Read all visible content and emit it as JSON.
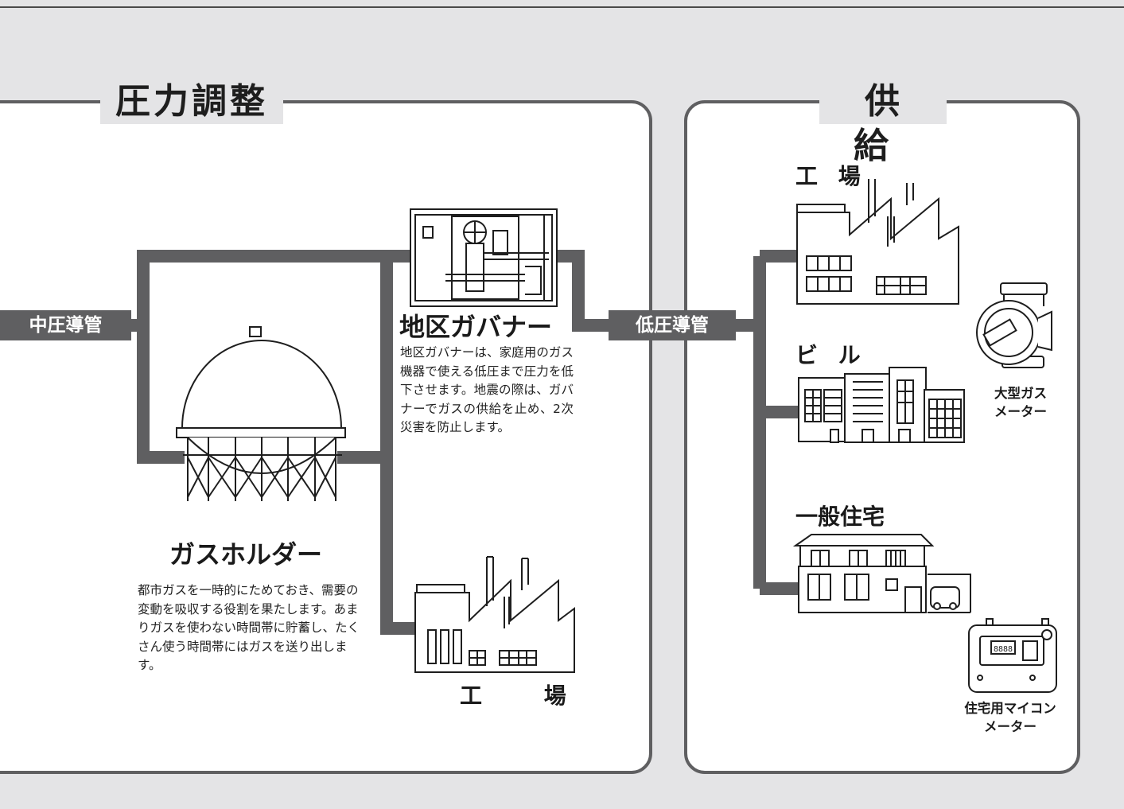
{
  "section_titles": {
    "pressure_adjustment": "圧力調整",
    "supply": "供 給"
  },
  "pipes": {
    "medium_pressure_label": "中圧導管",
    "low_pressure_label": "低圧導管"
  },
  "district_governor": {
    "title": "地区ガバナー",
    "description": "地区ガバナーは、家庭用のガス機器で使える低圧まで圧力を低下させます。地震の際は、ガバナーでガスの供給を止め、2次災害を防止します。"
  },
  "gas_holder": {
    "title": "ガスホルダー",
    "description": "都市ガスを一時的にためておき、需要の変動を吸収する役割を果たします。あまりガスを使わない時間帯に貯蓄し、たくさん使う時間帯にはガスを送り出します。"
  },
  "factory_bottom": {
    "label": "工 場"
  },
  "supply_targets": {
    "factory": "工 場",
    "building": "ビ ル",
    "house": "一般住宅"
  },
  "meters": {
    "large_meter": "大型ガス\nメーター",
    "home_meter": "住宅用マイコン\nメーター",
    "home_meter_display": "8888"
  },
  "colors": {
    "background": "#e4e4e6",
    "panel": "#ffffff",
    "pipe": "#5f5f61",
    "line": "#1e1e1e"
  }
}
